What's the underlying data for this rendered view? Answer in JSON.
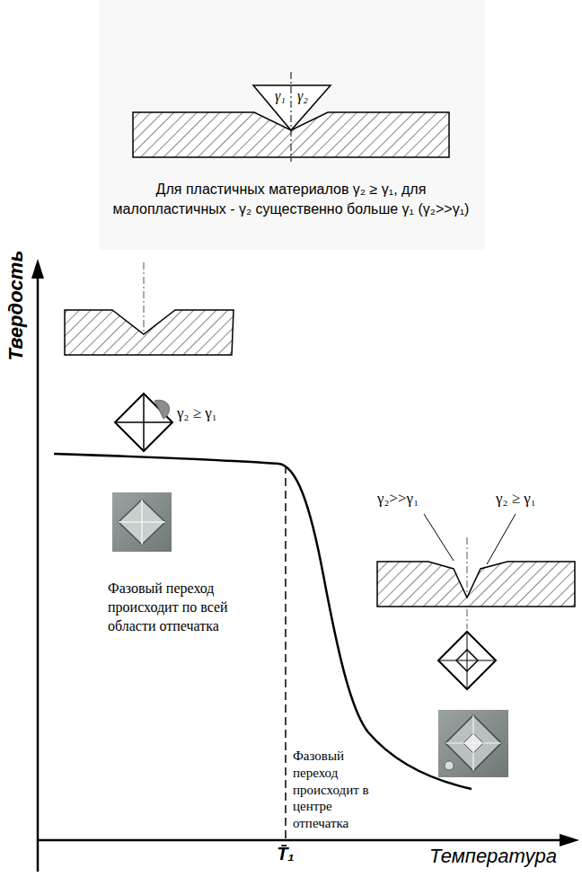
{
  "diagram": {
    "caption": "Для пластичных материалов γ₂ ≥ γ₁, для малопластичных - γ₂ существенно больше γ₁ (γ₂>>γ₁)",
    "labels": [
      "γ₁",
      "γ₂",
      "Твердость",
      "γ₂ ≥ γ₁",
      "Фазовый переход происходит по всей области отпечатка",
      "γ₂>>γ₁",
      "γ₂ ≥ γ₁",
      "Фазовый переход происходит в центре отпечатка",
      "T̄₁",
      "Температура"
    ]
  }
}
